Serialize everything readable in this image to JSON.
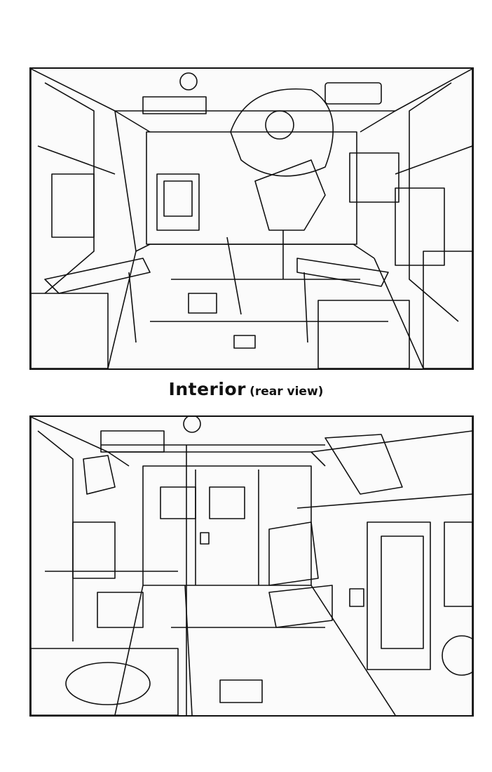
{
  "caption": {
    "main": "Interior",
    "sub": "(rear view)"
  },
  "panels": [
    {
      "name": "front-interior-drawing",
      "icon": "vehicle-cockpit-sketch-icon"
    },
    {
      "name": "rear-interior-drawing",
      "icon": "vehicle-rear-doors-sketch-icon"
    }
  ],
  "colors": {
    "ink": "#111111",
    "paper": "#ffffff"
  }
}
